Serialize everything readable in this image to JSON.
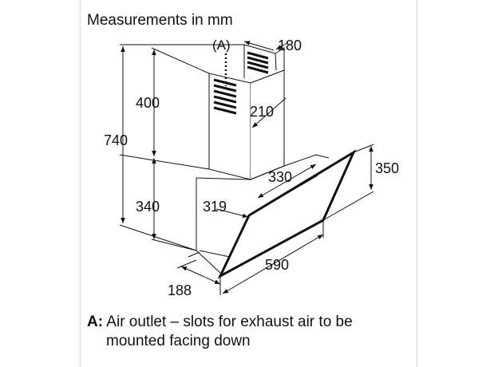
{
  "title": "Measurements in mm",
  "outlet_marker": "(A)",
  "dimensions": {
    "depth_chimney": "180",
    "chimney_height": "400",
    "total_height": "740",
    "chimney_width": "210",
    "glass_height": "350",
    "width_330": "330",
    "depth_319": "319",
    "body_height": "340",
    "width": "590",
    "depth_188": "188"
  },
  "legend": {
    "key": "A:",
    "line1": "Air outlet – slots for exhaust air to be",
    "line2": "mounted facing down"
  }
}
